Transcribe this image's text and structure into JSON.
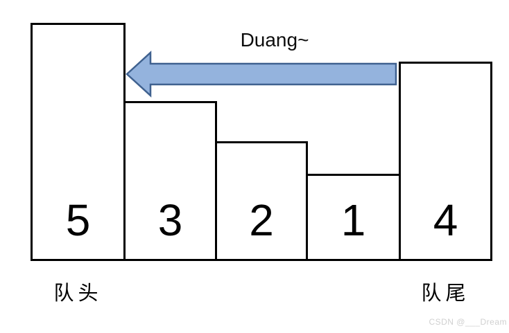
{
  "queue": {
    "bars": [
      {
        "value": "5"
      },
      {
        "value": "3"
      },
      {
        "value": "2"
      },
      {
        "value": "1"
      },
      {
        "value": "4"
      }
    ],
    "head_label": "队头",
    "tail_label": "队尾"
  },
  "arrow": {
    "label": "Duang~",
    "direction": "left",
    "fill_color": "#94b3dd",
    "border_color": "#3f618f"
  },
  "watermark": "CSDN @___Dream",
  "colors": {
    "background": "#ffffff",
    "bar_fill": "#ffffff",
    "bar_border": "#000000",
    "text": "#000000",
    "watermark_text": "#d0d0d0"
  }
}
